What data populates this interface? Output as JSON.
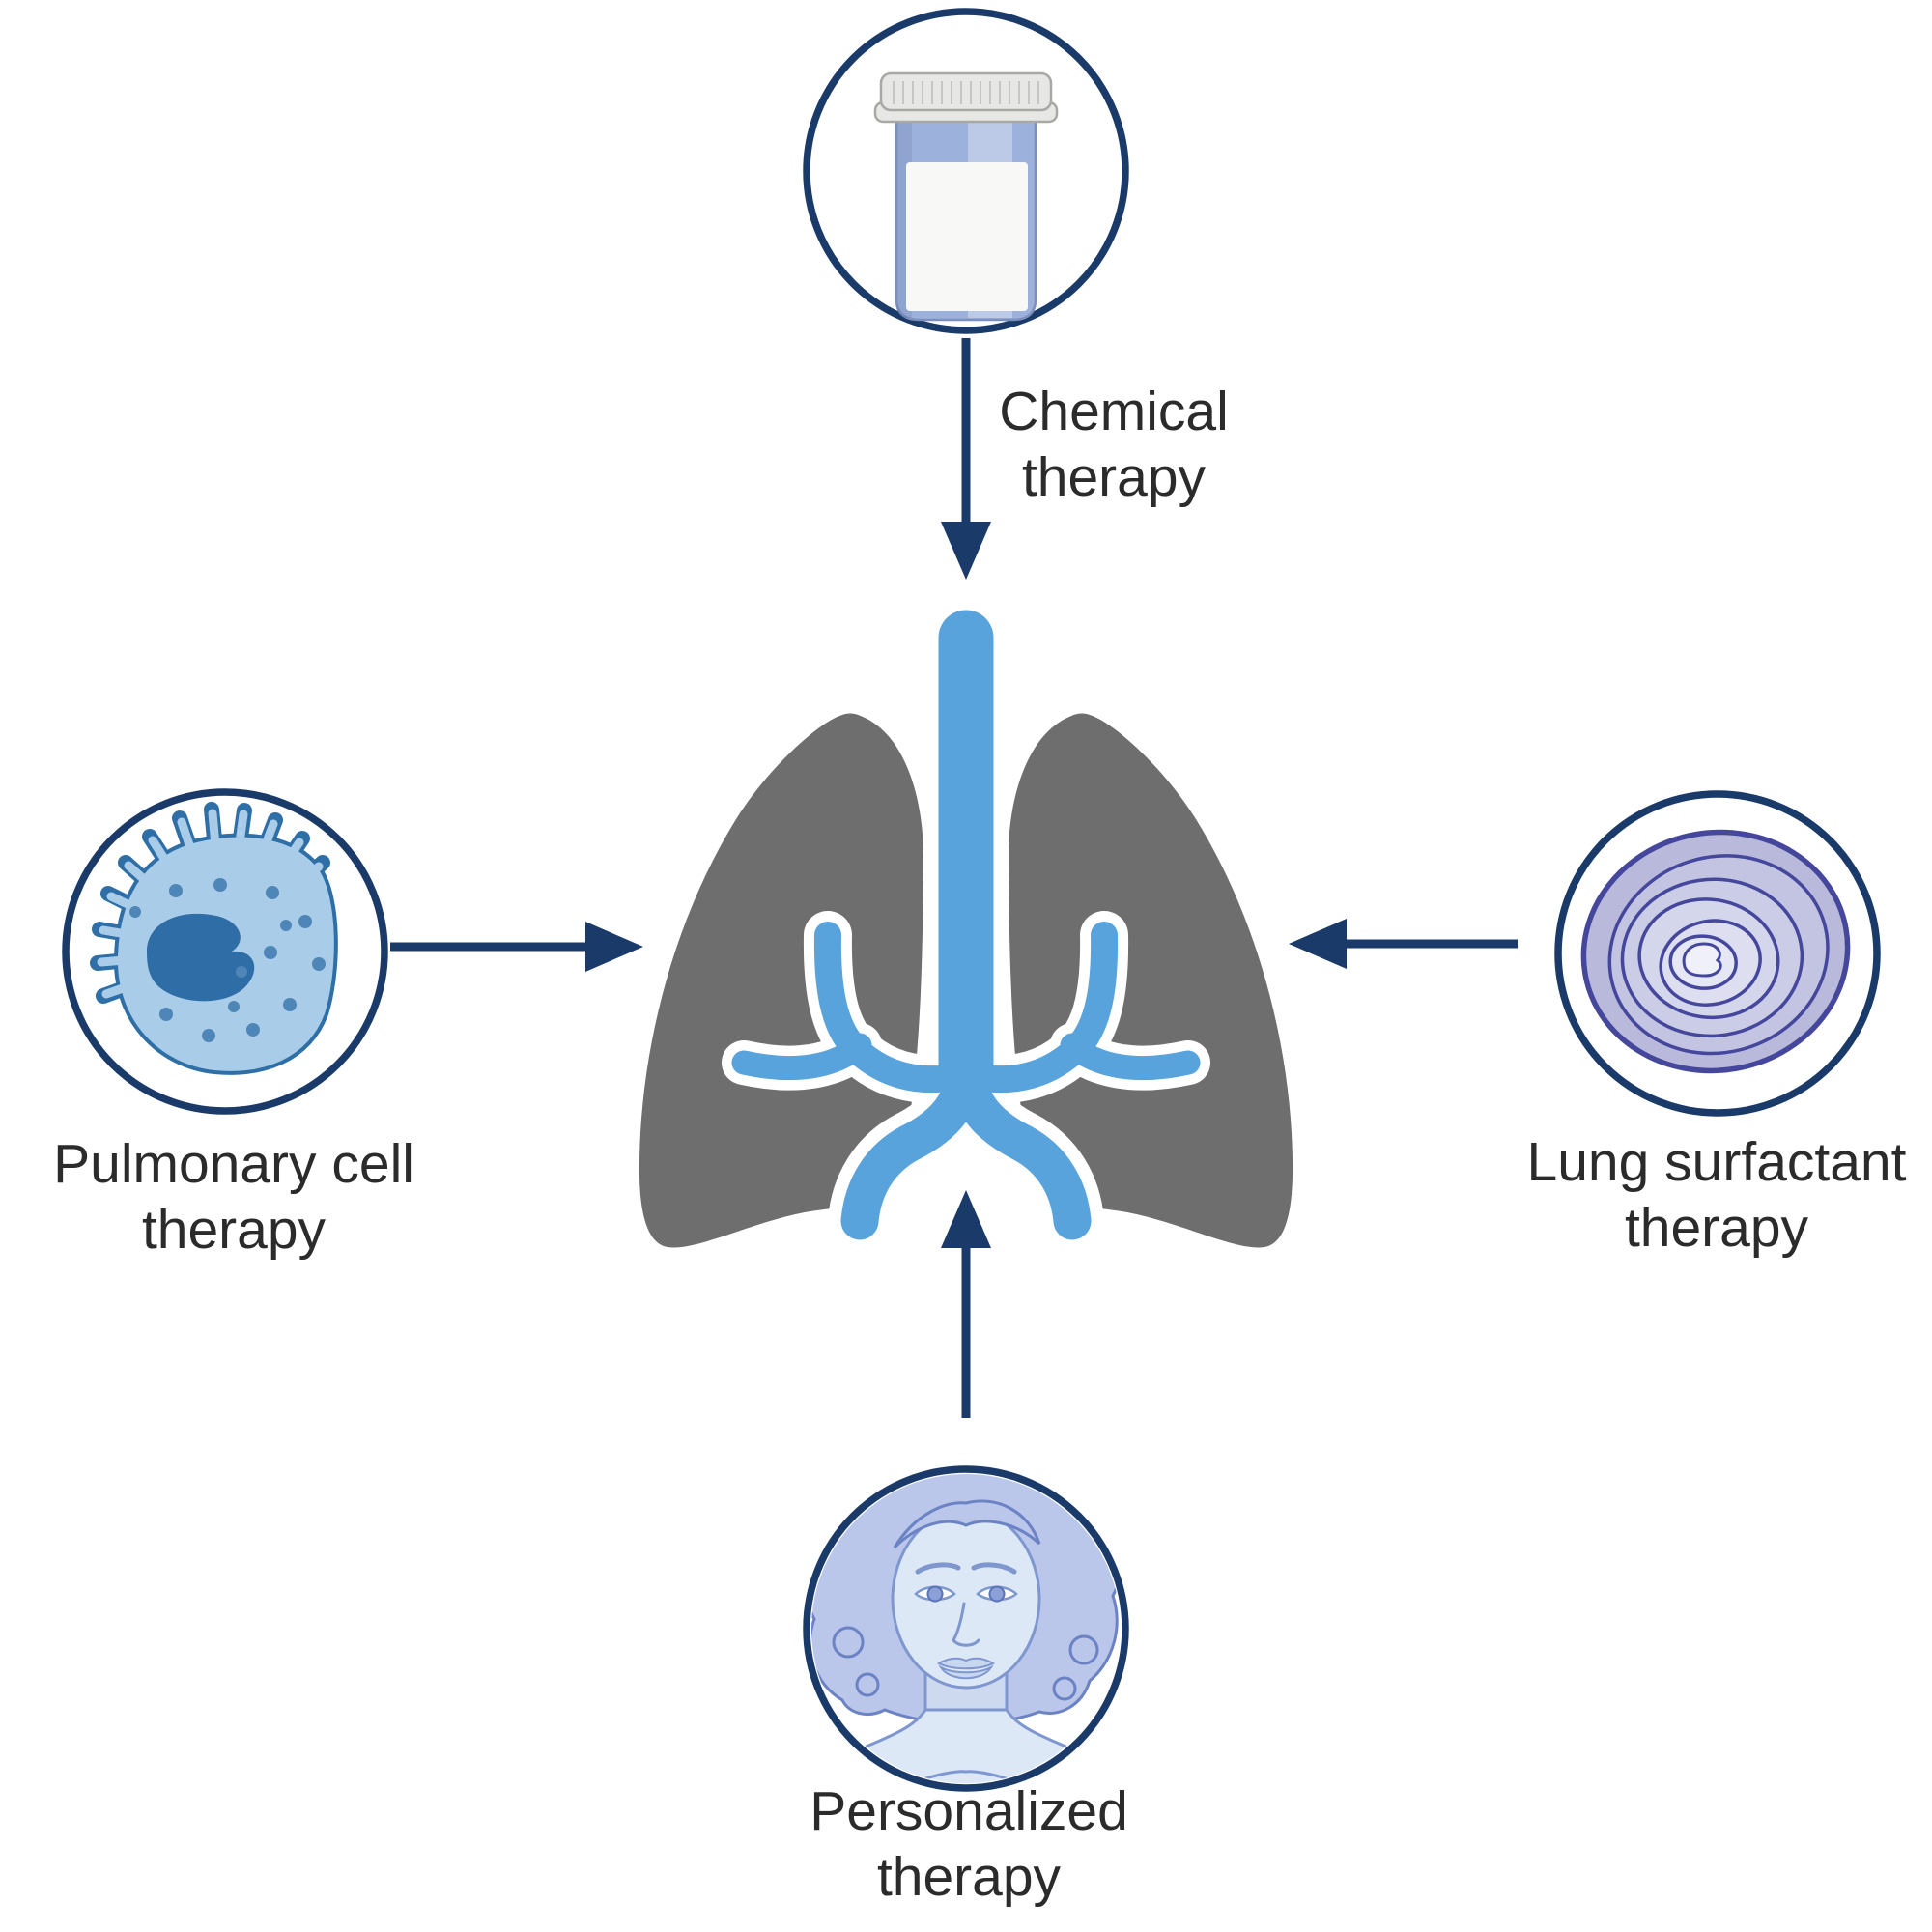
{
  "figure": {
    "type": "diagram",
    "center": {
      "illustration": "lungs",
      "target": "lungs"
    },
    "therapies": [
      {
        "id": "chemical",
        "position": "top",
        "icon": "pill-bottle-icon",
        "lines": [
          "Chemical",
          "therapy"
        ],
        "target": "lungs"
      },
      {
        "id": "pulmonary-cell",
        "position": "left",
        "icon": "macrophage-cell-icon",
        "lines": [
          "Pulmonary cell",
          "therapy"
        ],
        "target": "lungs"
      },
      {
        "id": "lung-surfactant",
        "position": "right",
        "icon": "lamellar-body-icon",
        "lines": [
          "Lung surfactant",
          "therapy"
        ],
        "target": "lungs"
      },
      {
        "id": "personalized",
        "position": "bottom",
        "icon": "person-portrait-icon",
        "lines": [
          "Personalized",
          "therapy"
        ],
        "target": "lungs"
      }
    ],
    "colors": {
      "background": "#ffffff",
      "navy": "#1a3a69",
      "text": "#2b2b2b",
      "lung_gray": "#6e6e6e",
      "airway_blue": "#58a3dc",
      "bottle_blue": "#9cb2dc",
      "cap_gray": "#e7e7e5",
      "cell_fill": "#a9cce8",
      "cell_outline": "#2f6fa8",
      "nucleus": "#2f6da7",
      "granule": "#4f86b8",
      "lamellar_fill": "#b9badb",
      "lamellar_outline": "#45479c",
      "portrait_fill": "#dde8f7",
      "portrait_line": "#7f97cf",
      "hair_fill": "#bac7ea",
      "hair_line": "#6b82c4",
      "lip_fill": "#c9d6ef"
    }
  }
}
